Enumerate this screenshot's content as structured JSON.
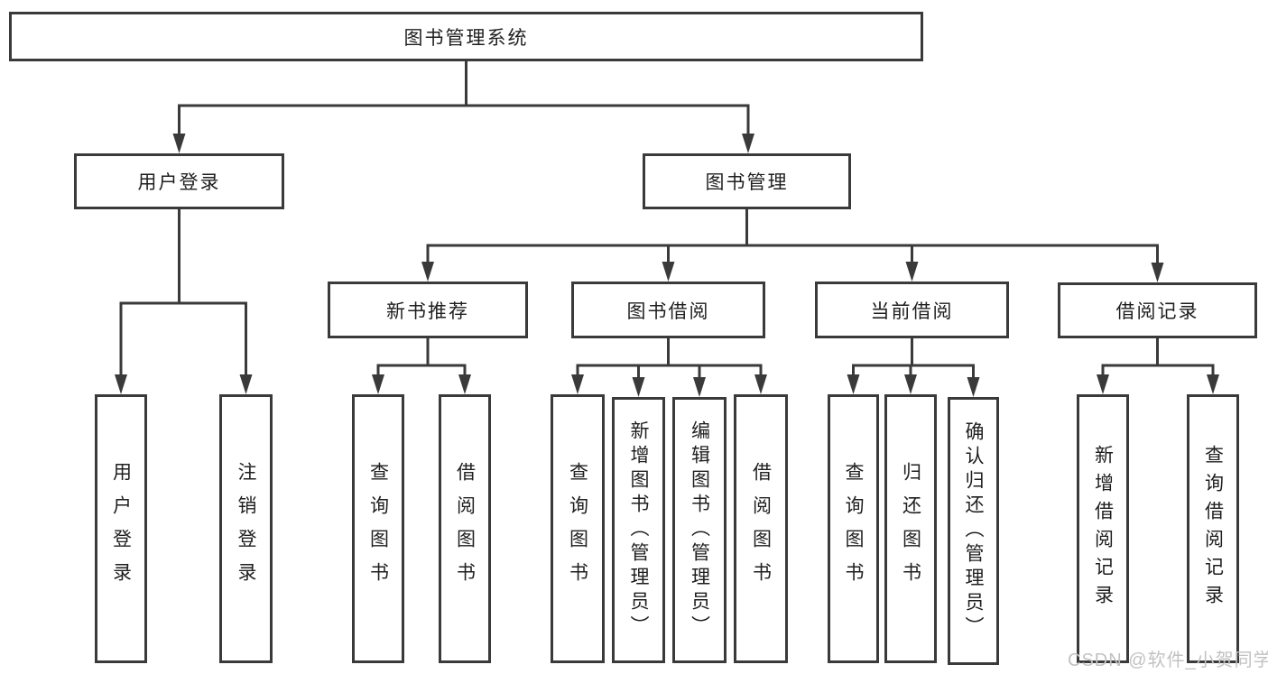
{
  "tree": {
    "root": "图书管理系统",
    "branches": [
      {
        "label": "用户登录",
        "children": [
          "用户登录",
          "注销登录"
        ]
      },
      {
        "label": "图书管理",
        "groups": [
          {
            "label": "新书推荐",
            "children": [
              "查询图书",
              "借阅图书"
            ]
          },
          {
            "label": "图书借阅",
            "children": [
              "查询图书",
              "新增图书（管理员）",
              "编辑图书（管理员）",
              "借阅图书"
            ]
          },
          {
            "label": "当前借阅",
            "children": [
              "查询图书",
              "归还图书",
              "确认归还（管理员）"
            ]
          },
          {
            "label": "借阅记录",
            "children": [
              "新增借阅记录",
              "查询借阅记录"
            ]
          }
        ]
      }
    ]
  },
  "watermark": {
    "text": "CSDN @软件_小贺同学"
  },
  "colors": {
    "line": "#3a3a3a",
    "text": "#1f1f1f",
    "watermark": "#c2c2c2",
    "background": "#ffffff"
  }
}
